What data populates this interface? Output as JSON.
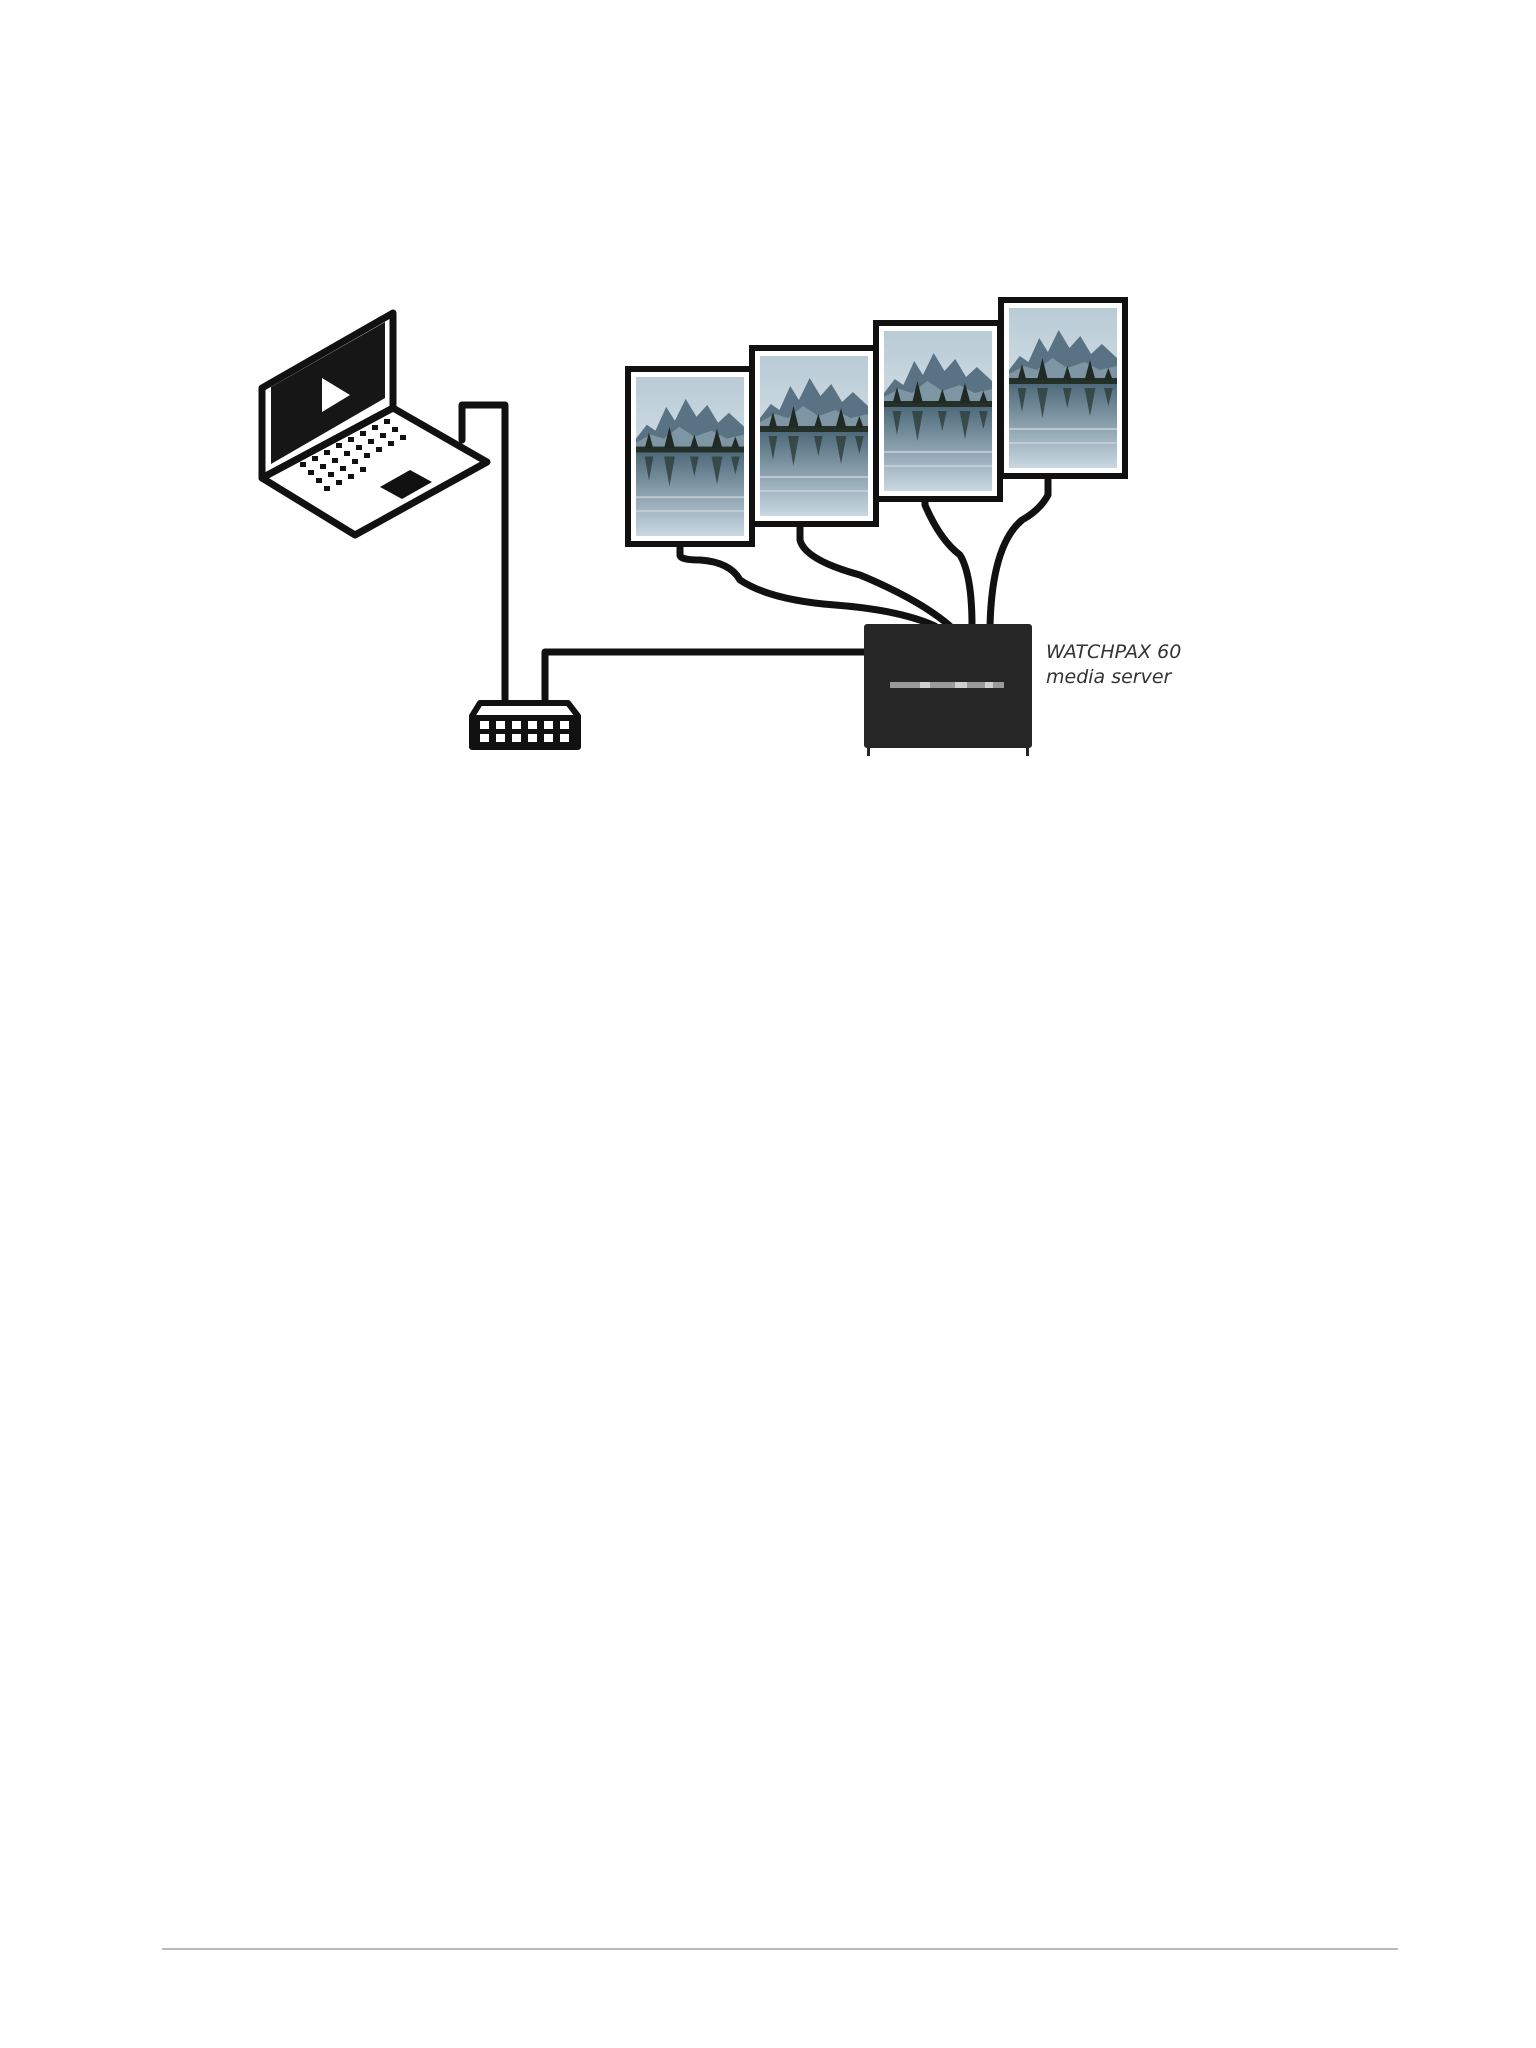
{
  "diagram": {
    "nodes": {
      "laptop": {
        "icon": "laptop-icon"
      },
      "network_switch": {
        "icon": "network-switch-icon"
      },
      "media_server": {
        "icon": "media-server-icon",
        "name": "WATCHPAX 60",
        "role": "media server"
      },
      "displays": [
        {
          "icon": "mountain-lake-display-icon"
        },
        {
          "icon": "mountain-lake-display-icon"
        },
        {
          "icon": "mountain-lake-display-icon"
        },
        {
          "icon": "mountain-lake-display-icon"
        }
      ]
    },
    "connections": [
      {
        "from": "laptop",
        "to": "network_switch"
      },
      {
        "from": "network_switch",
        "to": "media_server"
      },
      {
        "from": "media_server",
        "to": "display-1"
      },
      {
        "from": "media_server",
        "to": "display-2"
      },
      {
        "from": "media_server",
        "to": "display-3"
      },
      {
        "from": "media_server",
        "to": "display-4"
      }
    ]
  },
  "colors": {
    "line": "#111111",
    "server": "#262626",
    "sky": "#c9d8e2",
    "mountain": "#4f6878",
    "trees": "#1f2a25",
    "water": "#6f8c9c",
    "rule": "#b9b9b9"
  }
}
